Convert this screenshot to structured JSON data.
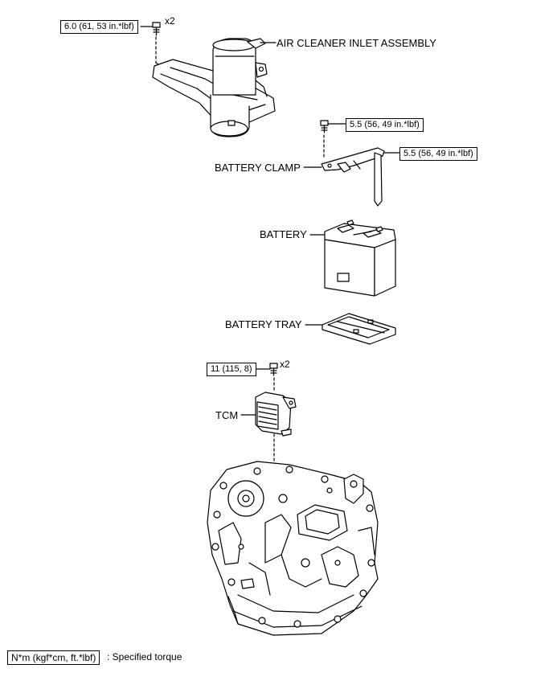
{
  "parts": {
    "air_cleaner": "AIR CLEANER INLET ASSEMBLY",
    "battery_clamp": "BATTERY CLAMP",
    "battery": "BATTERY",
    "battery_tray": "BATTERY TRAY",
    "tcm": "TCM"
  },
  "torques": {
    "air_cleaner_bolt": "6.0 (61, 53 in.*lbf)",
    "air_cleaner_qty": "x2",
    "clamp_bolt": "5.5 (56, 49 in.*lbf)",
    "clamp_nut": "5.5 (56, 49 in.*lbf)",
    "tcm_bolt": "11 (115, 8)",
    "tcm_qty": "x2"
  },
  "legend": {
    "unit": "N*m (kgf*cm, ft.*lbf)",
    "description": ": Specified torque"
  }
}
